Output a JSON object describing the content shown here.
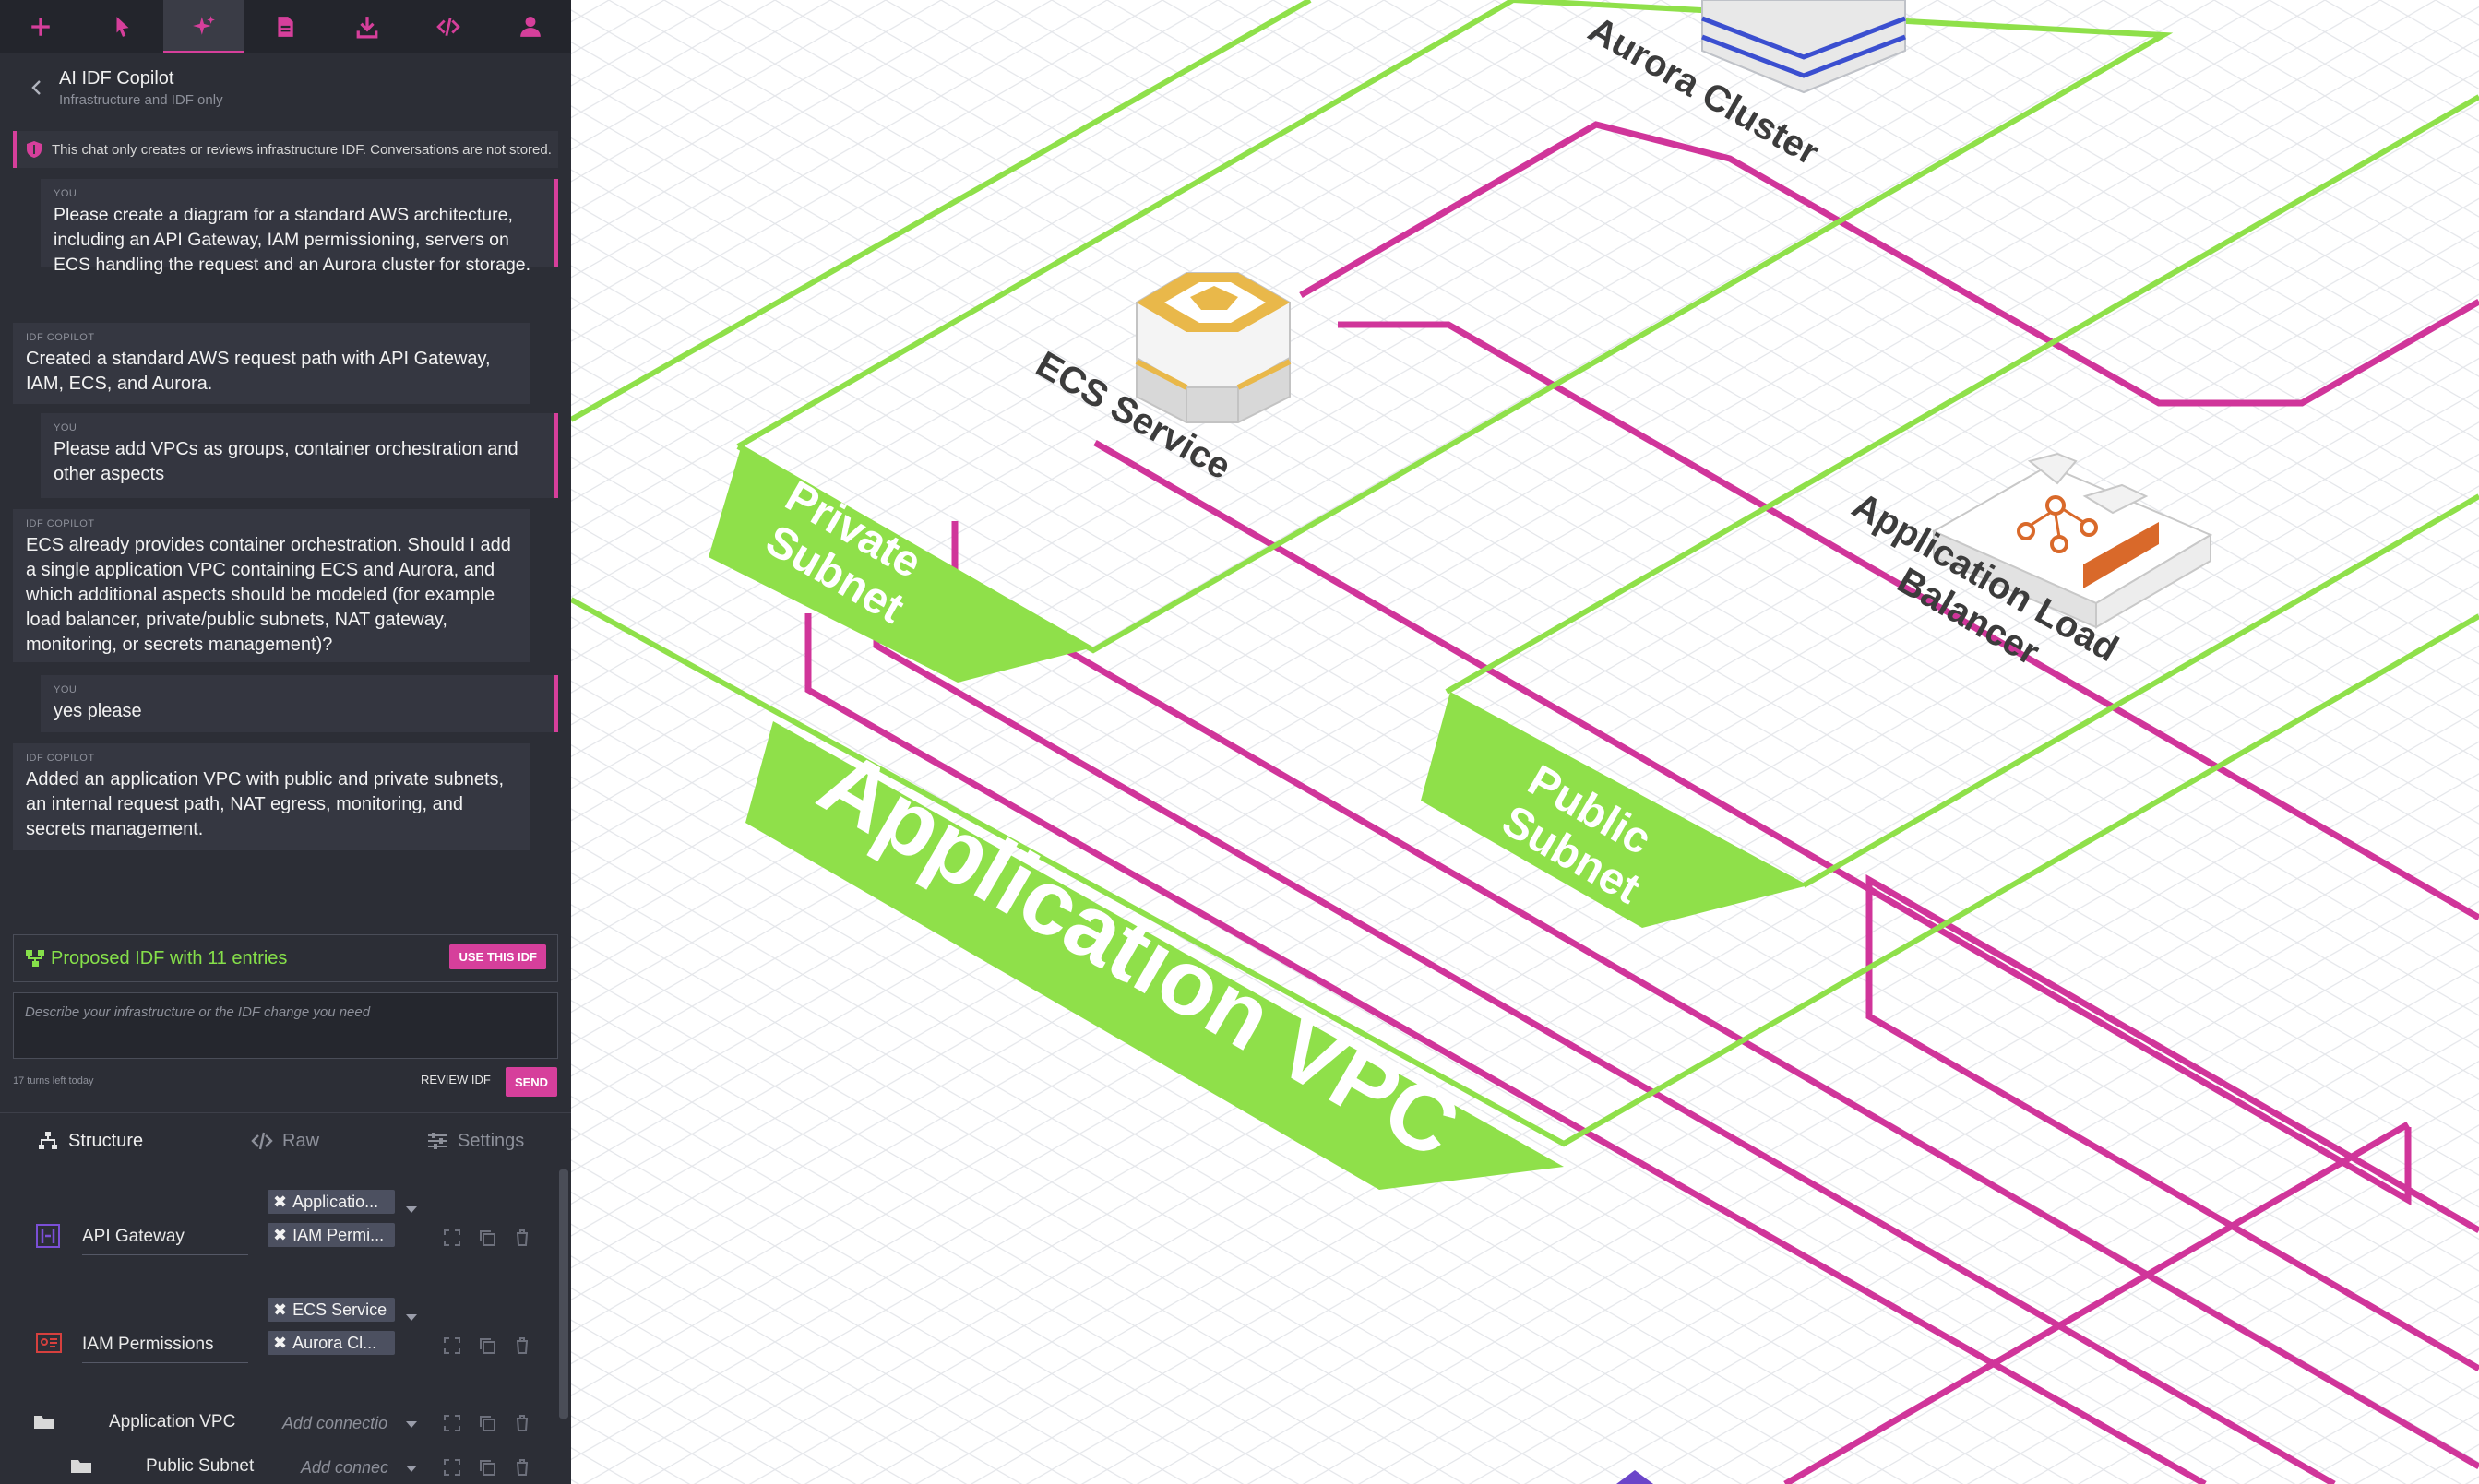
{
  "toolbar": {
    "tools": [
      {
        "name": "add-icon",
        "active": false
      },
      {
        "name": "pointer-icon",
        "active": false
      },
      {
        "name": "sparkle-icon",
        "active": true
      },
      {
        "name": "document-icon",
        "active": false
      },
      {
        "name": "download-icon",
        "active": false
      },
      {
        "name": "code-icon",
        "active": false
      },
      {
        "name": "user-icon",
        "active": false
      }
    ]
  },
  "chat": {
    "title": "AI IDF Copilot",
    "subtitle": "Infrastructure and IDF only",
    "notice": "This chat only creates or reviews infrastructure IDF. Conversations are not stored.",
    "messages": [
      {
        "role": "you",
        "label": "YOU",
        "text": "Please create a diagram for a standard AWS architecture, including an API Gateway, IAM permissioning, servers on ECS handling the request and an Aurora cluster for storage."
      },
      {
        "role": "ai",
        "label": "IDF COPILOT",
        "text": "Created a standard AWS request path with API Gateway, IAM, ECS, and Aurora."
      },
      {
        "role": "you",
        "label": "YOU",
        "text": "Please add VPCs as groups, container orchestration and other aspects"
      },
      {
        "role": "ai",
        "label": "IDF COPILOT",
        "text": "ECS already provides container orchestration. Should I add a single application VPC containing ECS and Aurora, and which additional aspects should be modeled (for example load balancer, private/public subnets, NAT gateway, monitoring, or secrets management)?"
      },
      {
        "role": "you",
        "label": "YOU",
        "text": "yes please"
      },
      {
        "role": "ai",
        "label": "IDF COPILOT",
        "text": "Added an application VPC with public and private subnets, an internal request path, NAT egress, monitoring, and secrets management."
      }
    ],
    "proposal_text": "Proposed IDF with 11 entries",
    "use_button": "USE THIS IDF",
    "input_placeholder": "Describe your infrastructure or the IDF change you need",
    "turns_left": "17 turns left today",
    "review_button": "REVIEW IDF",
    "send_button": "SEND"
  },
  "structure": {
    "tabs": [
      {
        "label": "Structure",
        "icon": "hierarchy-icon",
        "active": true
      },
      {
        "label": "Raw",
        "icon": "code-icon",
        "active": false
      },
      {
        "label": "Settings",
        "icon": "sliders-icon",
        "active": false
      }
    ],
    "entries": [
      {
        "name": "API Gateway",
        "icon": "api-gateway-icon",
        "chips": [
          "Applicatio...",
          "IAM Permi..."
        ]
      },
      {
        "name": "IAM Permissions",
        "icon": "iam-icon",
        "chips": [
          "ECS Service",
          "Aurora Cl..."
        ]
      },
      {
        "name": "Application VPC",
        "icon": "folder-icon",
        "add_connection": "Add connectio"
      },
      {
        "name": "Public Subnet",
        "icon": "folder-icon",
        "add_connection": "Add connec"
      }
    ]
  },
  "diagram": {
    "labels": {
      "aurora": "Aurora Cluster",
      "ecs": "ECS Service",
      "alb_line1": "Application Load",
      "alb_line2": "Balancer",
      "private_line1": "Private",
      "private_line2": "Subnet",
      "public_line1": "Public",
      "public_line2": "Subnet",
      "vpc": "Application VPC"
    },
    "colors": {
      "group_green": "#8fe04a",
      "connection_magenta": "#d0359a",
      "grid": "#e4e6ea",
      "accent": "#d63f9b",
      "ecs_orange": "#e9b84a",
      "alb_orange": "#d9692a",
      "aurora_blue": "#3b4fd0"
    }
  }
}
